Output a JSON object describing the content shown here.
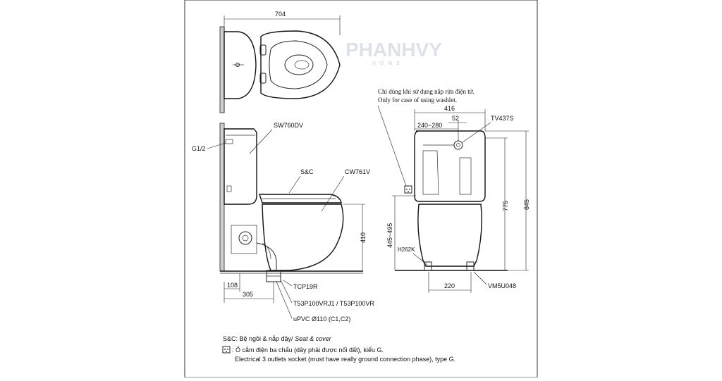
{
  "watermark": {
    "brand": "PHANHVY",
    "sub": "HOME"
  },
  "top_view": {
    "width_dim": "704"
  },
  "side_view": {
    "tank_model": "SW760DV",
    "inlet": "G1/2",
    "seat_label": "S&C",
    "bowl_model": "CW761V",
    "height_dim": "410",
    "wall_offset_dim": "108",
    "rough_in_dim": "305",
    "flange_model": "TCP19R",
    "adapter_models": "T53P100VRJ1 / T53P100VR",
    "pipe_spec": "uPVC Ø110 (C1,C2)"
  },
  "front_view": {
    "note_vi": "Chỉ dùng khi sử dụng nắp rửa điện tử.",
    "note_en": "Only for case of using washlet.",
    "width_dim": "416",
    "valve_offset_dim": "52",
    "valve_range_dim": "240~280",
    "valve_model": "TV437S",
    "tank_height_dim": "775",
    "total_height_dim": "845",
    "socket_height_dim": "445~495",
    "hose_model": "H262K",
    "foot_dim": "220",
    "bolt_model": "VM5U048"
  },
  "legend": {
    "sc_prefix": "S&C: Bệ ngồi & nắp đậy/",
    "sc_english": "Seat & cover",
    "socket_vi": ": Ổ cắm điện ba chấu (dây phải được nối đất), kiểu G.",
    "socket_en": "Electrical 3 outlets socket (must have really ground connection phase), type G."
  }
}
